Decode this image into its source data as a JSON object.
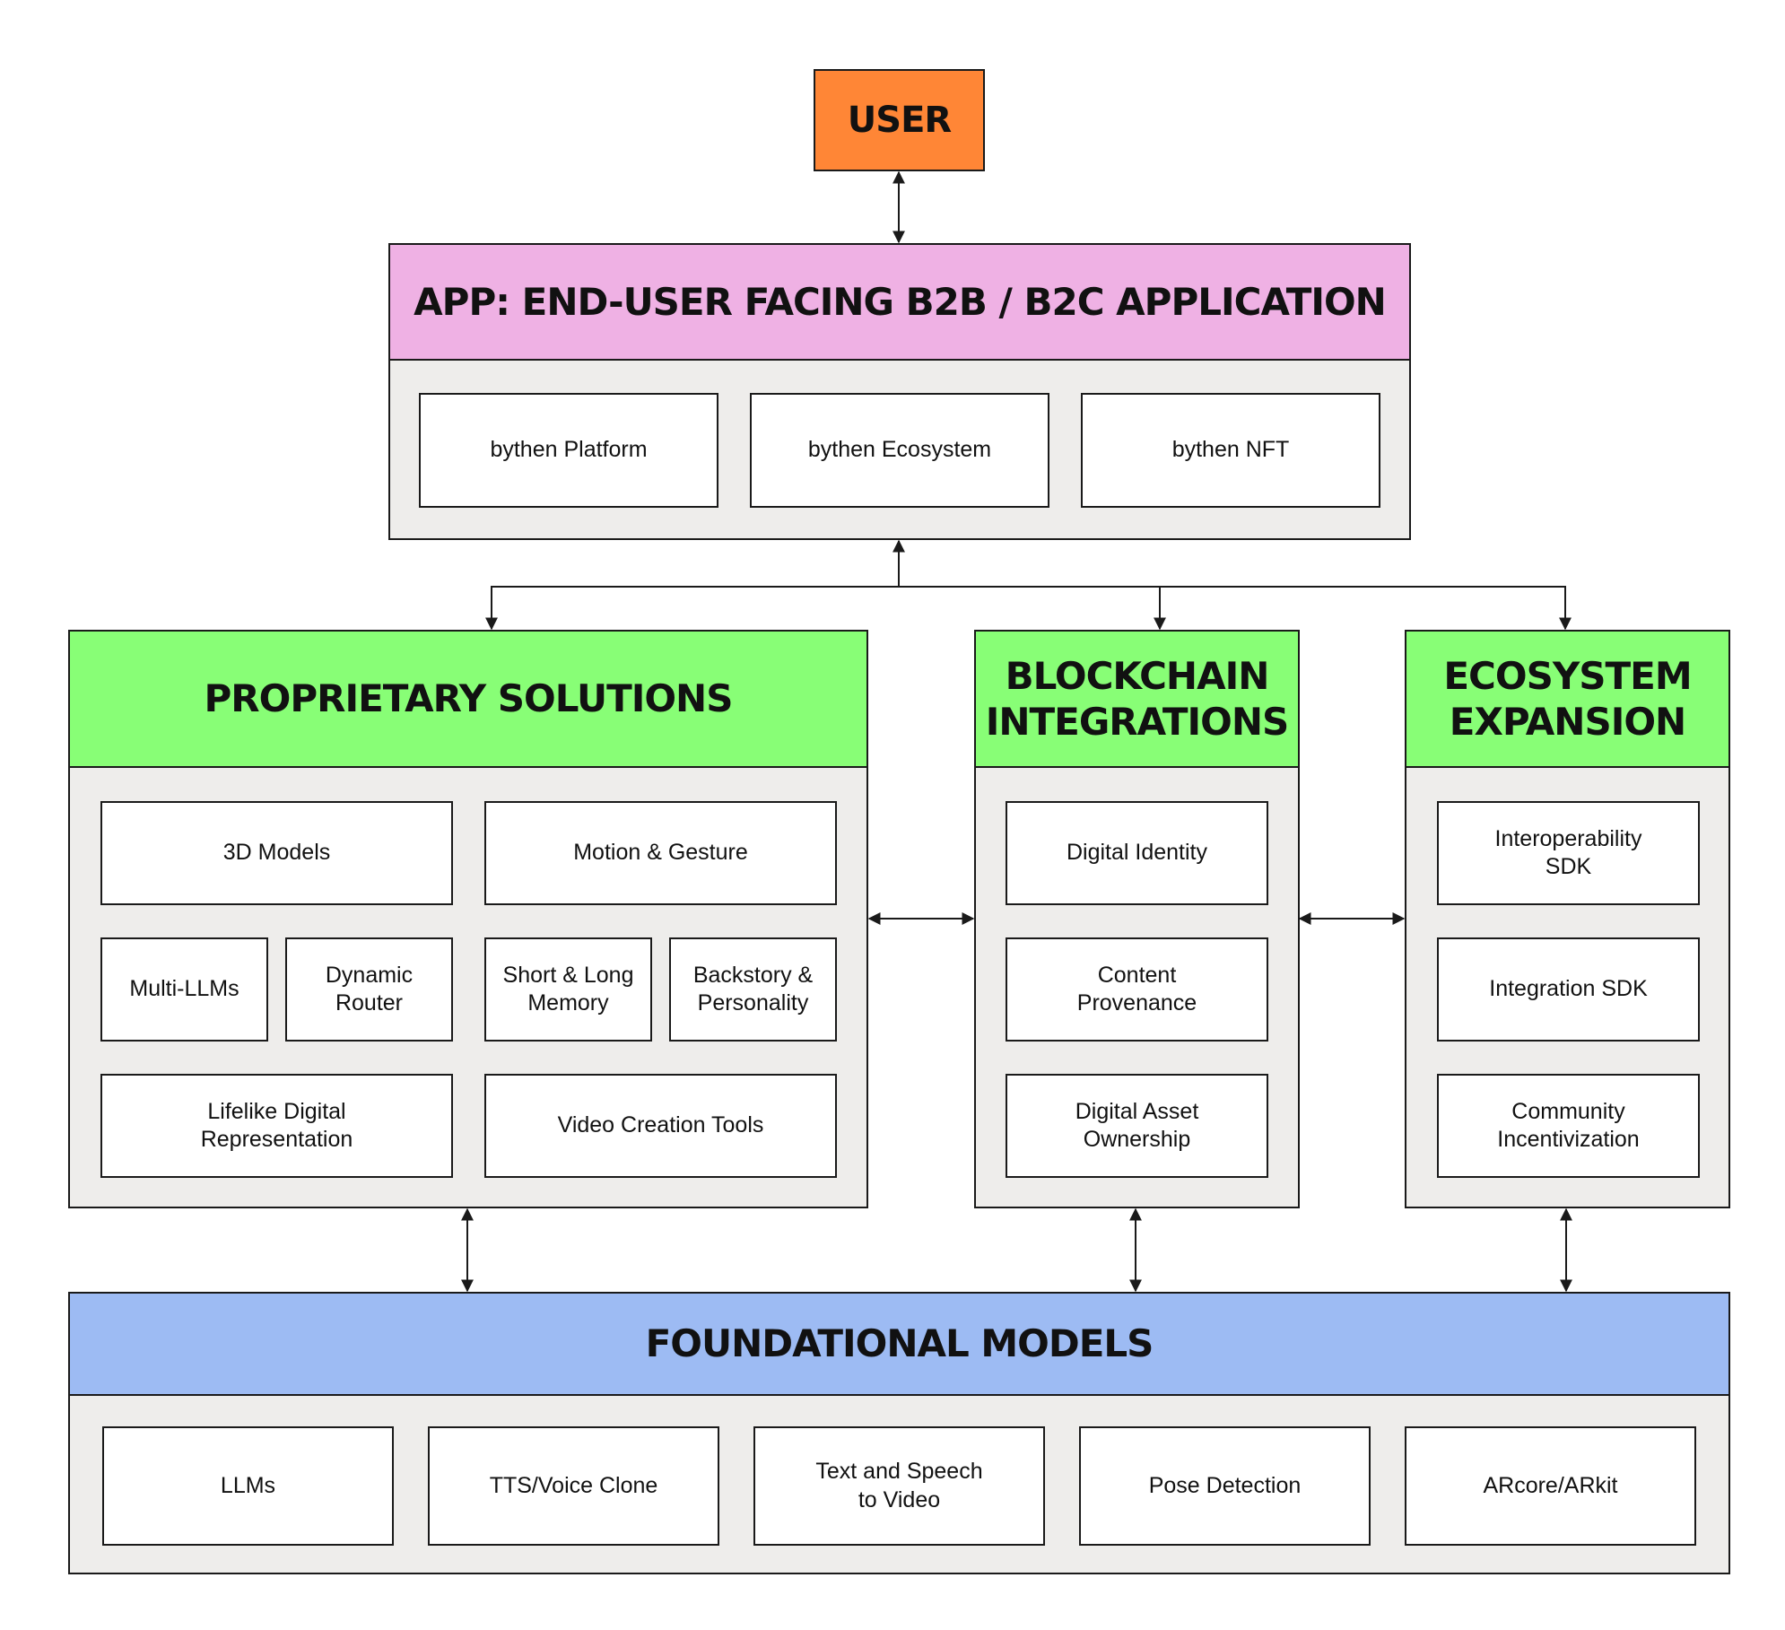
{
  "user": {
    "label": "USER"
  },
  "app": {
    "title": "APP: END-USER FACING B2B / B2C APPLICATION",
    "items": [
      "bythen Platform",
      "bythen Ecosystem",
      "bythen NFT"
    ]
  },
  "proprietary": {
    "title": "PROPRIETARY SOLUTIONS",
    "items": [
      "3D Models",
      "Motion & Gesture",
      "Multi-LLMs",
      "Dynamic\nRouter",
      "Short & Long\nMemory",
      "Backstory &\nPersonality",
      "Lifelike Digital\nRepresentation",
      "Video Creation Tools"
    ]
  },
  "blockchain": {
    "title": "BLOCKCHAIN\nINTEGRATIONS",
    "items": [
      "Digital Identity",
      "Content\nProvenance",
      "Digital Asset\nOwnership"
    ]
  },
  "ecosystem": {
    "title": "ECOSYSTEM\nEXPANSION",
    "items": [
      "Interoperability\nSDK",
      "Integration SDK",
      "Community\nIncentivization"
    ]
  },
  "foundational": {
    "title": "FOUNDATIONAL MODELS",
    "items": [
      "LLMs",
      "TTS/Voice Clone",
      "Text and Speech\nto Video",
      "Pose Detection",
      "ARcore/ARkit"
    ]
  }
}
